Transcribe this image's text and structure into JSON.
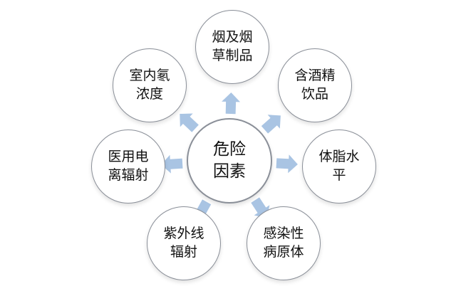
{
  "center": {
    "line1": "危险",
    "line2": "因素"
  },
  "factors": [
    {
      "line1": "烟及烟",
      "line2": "草制品"
    },
    {
      "line1": "含酒精",
      "line2": "饮品"
    },
    {
      "line1": "体脂水",
      "line2": "平"
    },
    {
      "line1": "感染性",
      "line2": "病原体"
    },
    {
      "line1": "紫外线",
      "line2": "辐射"
    },
    {
      "line1": "医用电",
      "line2": "离辐射"
    },
    {
      "line1": "室内氡",
      "line2": "浓度"
    }
  ],
  "colors": {
    "arrow": "#a9c4e3",
    "border": "#8a8f98"
  }
}
